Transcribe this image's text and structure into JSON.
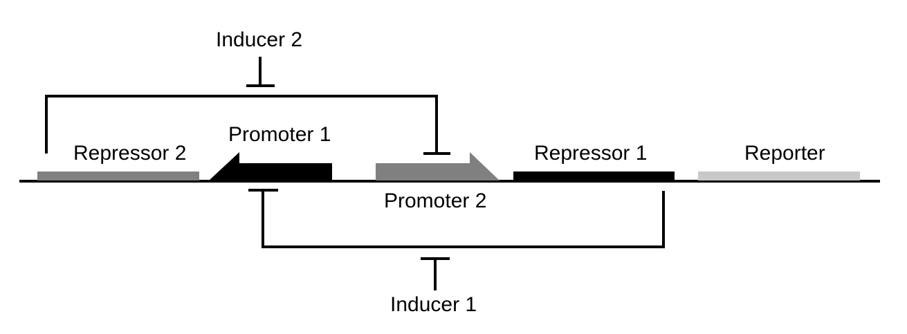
{
  "labels": {
    "inducer2": "Inducer 2",
    "inducer1": "Inducer 1",
    "promoter1": "Promoter 1",
    "promoter2": "Promoter 2",
    "repressor2": "Repressor 2",
    "repressor1": "Repressor 1",
    "reporter": "Reporter"
  },
  "colors": {
    "line": "#000000",
    "repressor2": "#808080",
    "promoter1": "#000000",
    "promoter2": "#808080",
    "repressor1": "#000000",
    "reporter": "#c8c8c8"
  }
}
